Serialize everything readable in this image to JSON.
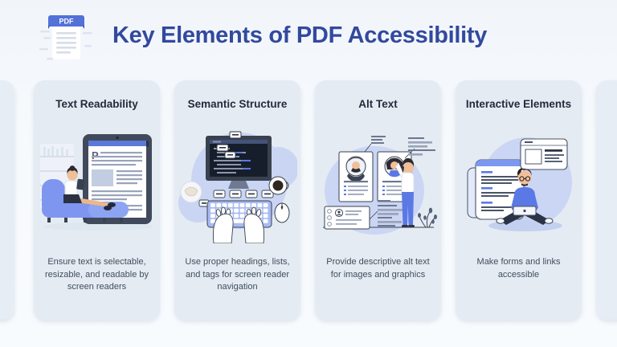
{
  "header": {
    "title": "Key Elements of PDF Accessibility",
    "pdf_badge": "PDF"
  },
  "cards": [
    {
      "title": "Text Readability",
      "description": "Ensure text is selectable, resizable, and readable by screen readers",
      "illustration": "woman-reading-large-tablet",
      "drop_cap": "P"
    },
    {
      "title": "Semantic Structure",
      "description": "Use proper headings, lists, and tags for screen reader navigation",
      "illustration": "hands-typing-desk-monitor"
    },
    {
      "title": "Alt Text",
      "description": "Provide descriptive alt text for images and graphics",
      "illustration": "annotated-profile-cards"
    },
    {
      "title": "Interactive Elements",
      "description": "Make forms and links accessible",
      "illustration": "man-with-laptop-and-windows"
    }
  ],
  "colors": {
    "page_background": "#f7fafd",
    "card_background": "#e4ebf2",
    "heading_blue": "#32499e",
    "card_title_color": "#222b3a",
    "card_text_color": "#414e5f",
    "accent_blue": "#5b79e4",
    "illustration_blob": "#cbd6f4",
    "dark_outline": "#39414f"
  }
}
